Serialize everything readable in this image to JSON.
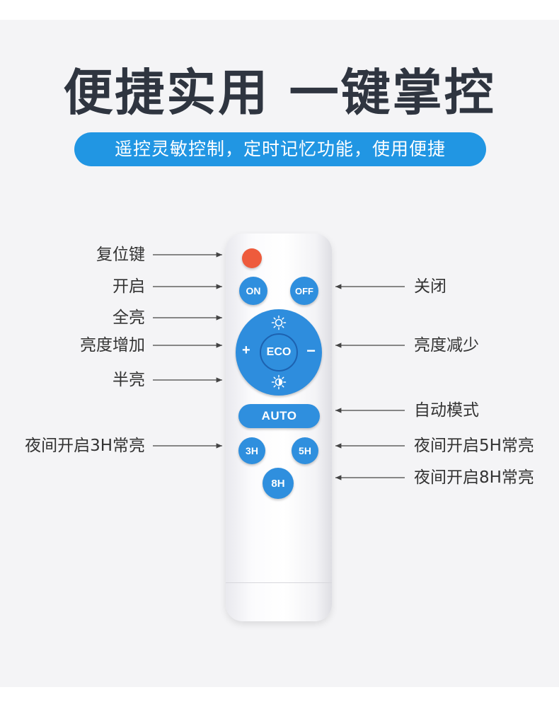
{
  "headline": "便捷实用 一键掌控",
  "subtitle": "遥控灵敏控制，定时记忆功能，使用便捷",
  "remote": {
    "on": "ON",
    "off": "OFF",
    "eco": "ECO",
    "plus": "+",
    "minus": "−",
    "auto": "AUTO",
    "h3": "3H",
    "h5": "5H",
    "h8": "8H"
  },
  "labels": {
    "reset": "复位键",
    "on": "开启",
    "full_bright": "全亮",
    "brightness_up": "亮度增加",
    "half_bright": "半亮",
    "night_3h": "夜间开启3H常亮",
    "off": "关闭",
    "brightness_down": "亮度减少",
    "auto_mode": "自动模式",
    "night_5h": "夜间开启5H常亮",
    "night_8h": "夜间开启8H常亮"
  },
  "colors": {
    "accent": "#2196e3",
    "button": "#2f8fde",
    "reset": "#ee5b3c",
    "text": "#333333"
  }
}
